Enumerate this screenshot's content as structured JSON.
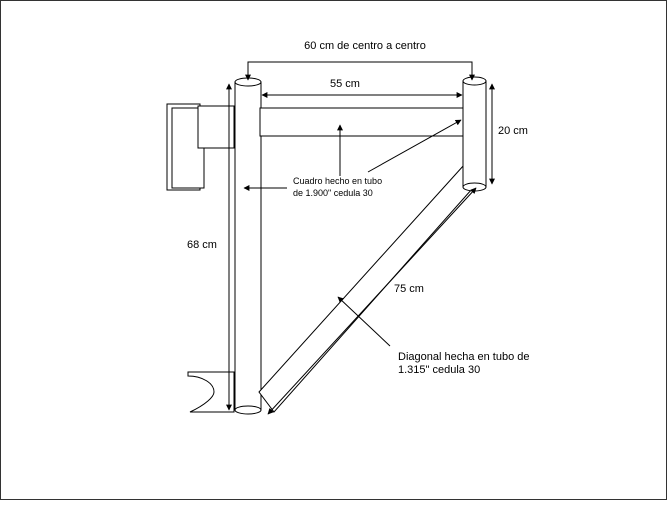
{
  "labels": {
    "center_distance": "60 cm de centro a centro",
    "inner_width": "55 cm",
    "right_height": "20 cm",
    "left_height": "68 cm",
    "diagonal_length": "75 cm",
    "frame_note_line1": "Cuadro hecho en tubo",
    "frame_note_line2": "de 1.900\" cedula 30",
    "diagonal_note_line1": "Diagonal hecha en tubo de",
    "diagonal_note_line2": "1.315\" cedula 30"
  },
  "colors": {
    "line": "#000000",
    "background": "#ffffff",
    "border": "#333333"
  }
}
